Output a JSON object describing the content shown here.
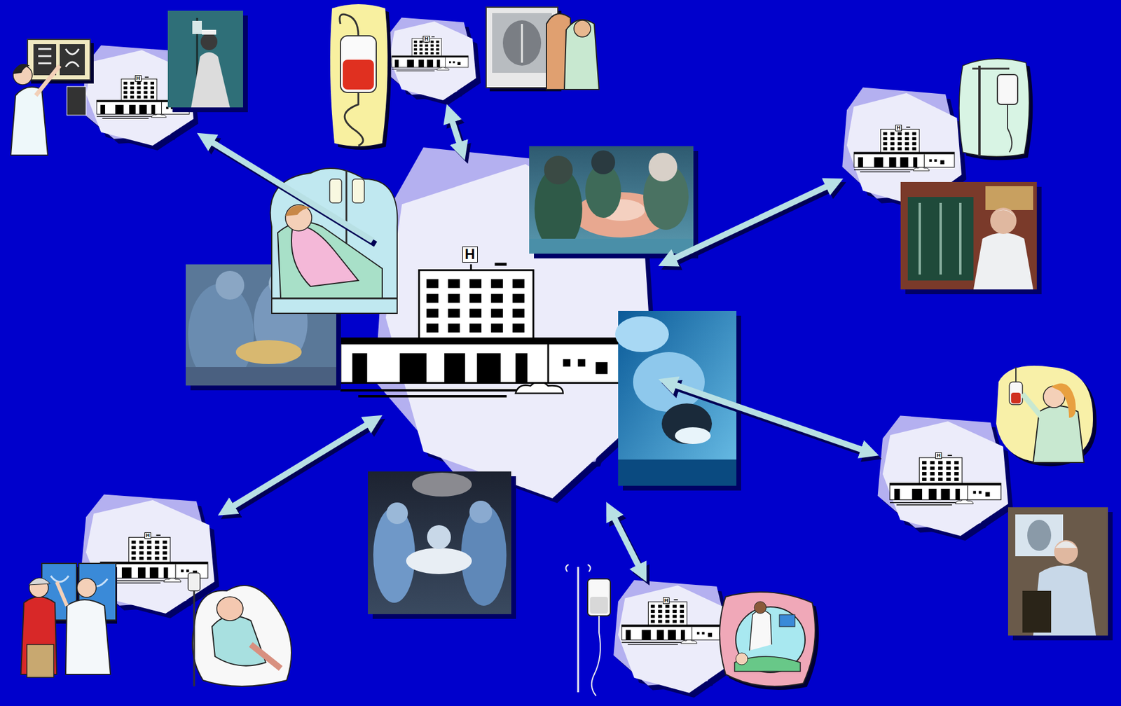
{
  "diagram": {
    "nodes": [
      {
        "text": [
          "H"
        ]
      },
      {
        "text": [
          "H"
        ]
      },
      {
        "text": [
          "H"
        ]
      },
      {
        "text": [
          "H"
        ]
      },
      {
        "text": [
          "H"
        ]
      },
      {
        "text": [
          "H"
        ]
      },
      {
        "text": [
          "H"
        ]
      }
    ],
    "edges": [
      {
        "from": 3,
        "to": 0,
        "arrow": "to"
      },
      {
        "from": 3,
        "to": 1,
        "arrow": "both"
      },
      {
        "from": 3,
        "to": 2,
        "arrow": "both"
      },
      {
        "from": 3,
        "to": 4,
        "arrow": "both"
      },
      {
        "from": 3,
        "to": 5,
        "arrow": "both"
      },
      {
        "from": 3,
        "to": 6,
        "arrow": "both"
      }
    ]
  }
}
